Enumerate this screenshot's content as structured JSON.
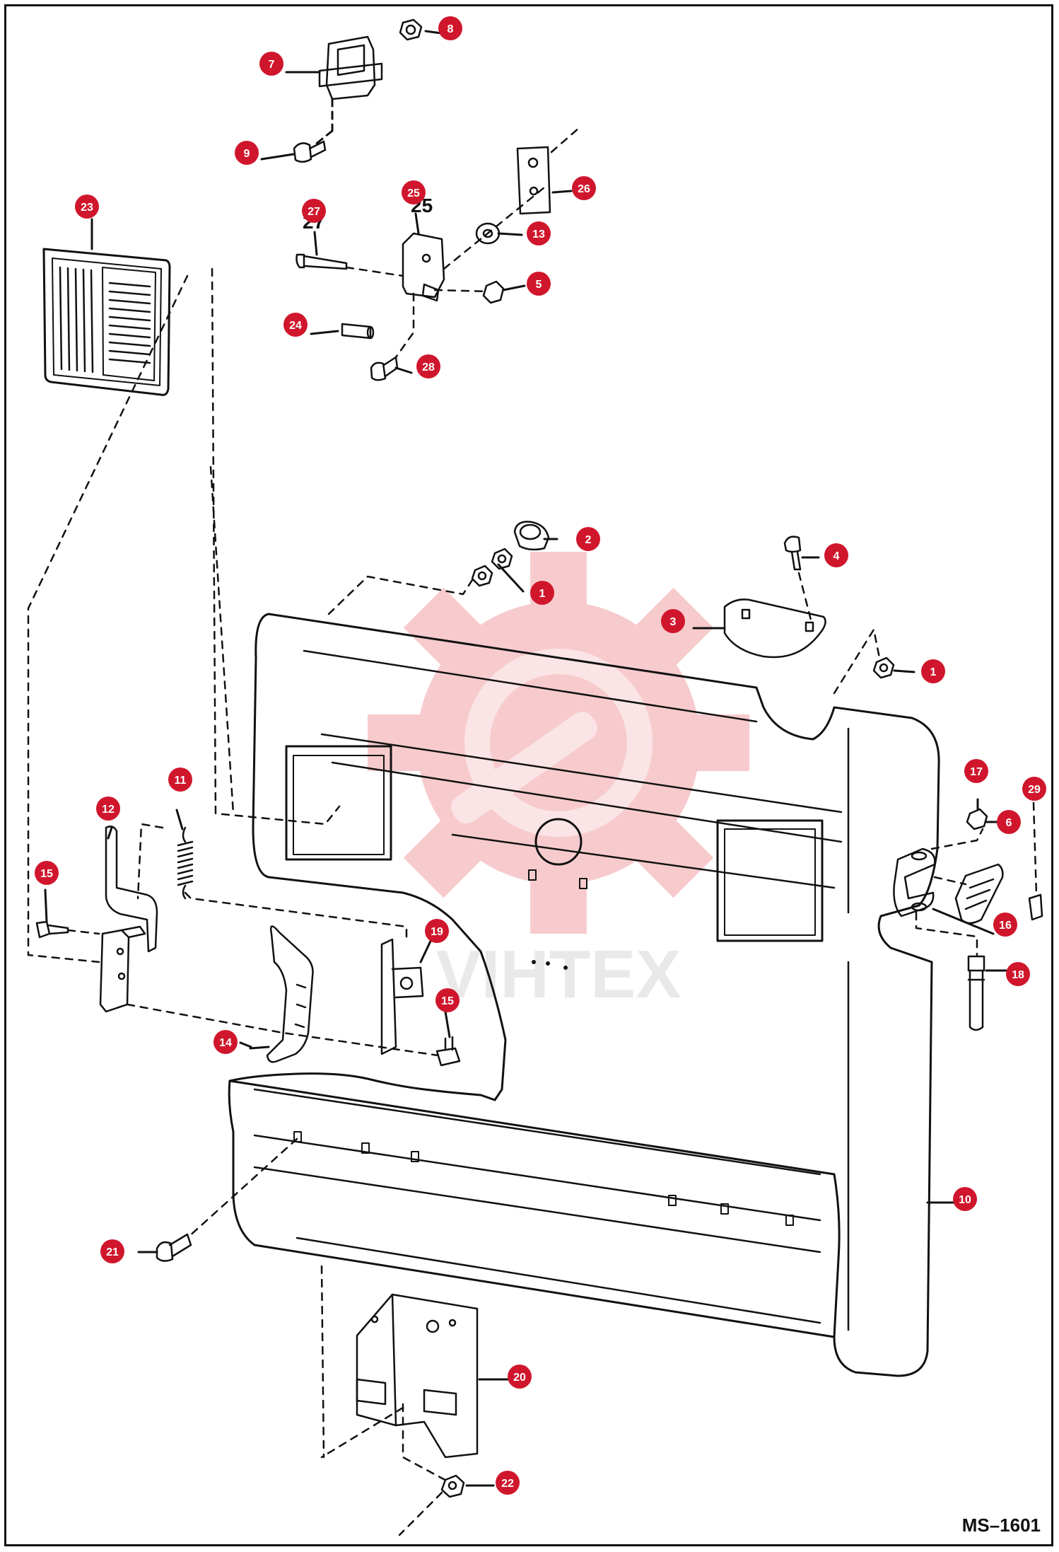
{
  "drawing_code": "MS–1601",
  "watermark": "VIHTEX",
  "colors": {
    "callout": "#d0162c",
    "line": "#111111",
    "watermark": "#f6b9bb"
  },
  "callouts": [
    "1",
    "1",
    "2",
    "3",
    "4",
    "5",
    "6",
    "7",
    "8",
    "9",
    "10",
    "11",
    "12",
    "13",
    "14",
    "15",
    "15",
    "16",
    "17",
    "18",
    "19",
    "20",
    "21",
    "22",
    "23",
    "24",
    "25",
    "26",
    "27",
    "28",
    "29"
  ],
  "part_numbers_printed": [
    "25",
    "27"
  ]
}
